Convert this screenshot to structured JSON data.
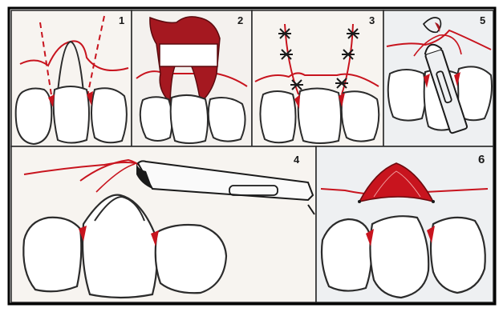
{
  "figure": {
    "panels": [
      {
        "label": "1"
      },
      {
        "label": "2"
      },
      {
        "label": "3"
      },
      {
        "label": "5"
      },
      {
        "label": "4"
      },
      {
        "label": "6"
      }
    ],
    "colors": {
      "border": "#000000",
      "ink": "#2b2b2b",
      "suture_red": "#c8141e",
      "flap_fill": "#a51820",
      "panel_bg": "#f7f4f0",
      "panel_bg_alt": "#eef0f2"
    }
  }
}
